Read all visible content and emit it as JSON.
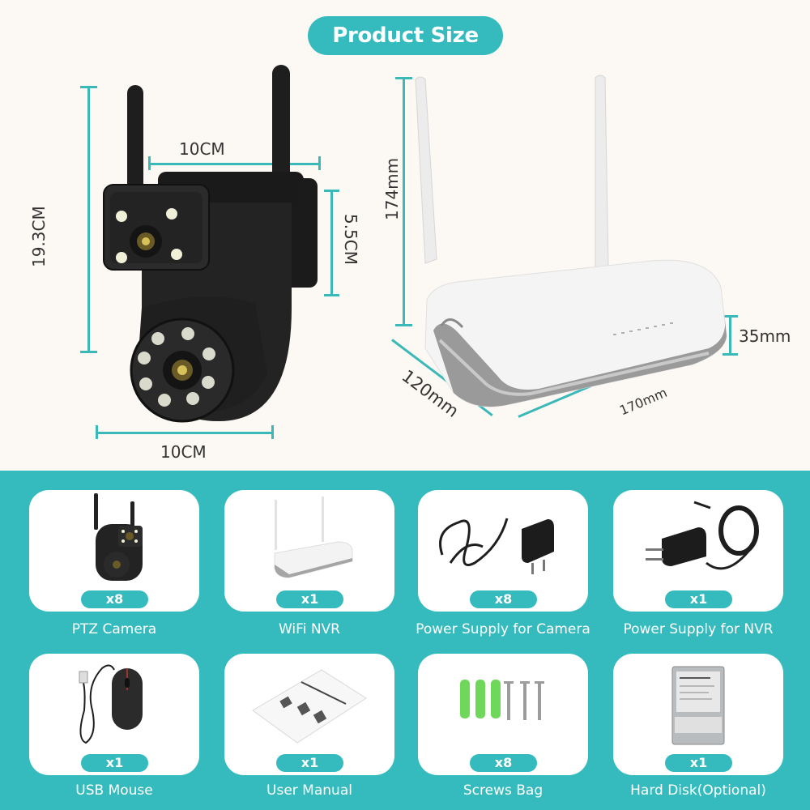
{
  "header": {
    "title": "Product Size"
  },
  "colors": {
    "accent": "#35bbbe",
    "background": "#fcf8f3",
    "dimension_line": "#3bb8b8",
    "text_dark": "#333333",
    "text_light": "#ffffff"
  },
  "product_size": {
    "camera": {
      "name": "PTZ Camera",
      "height_label": "19.3CM",
      "top_width_label": "10CM",
      "bottom_width_label": "10CM",
      "head_height_label": "5.5CM"
    },
    "nvr": {
      "name": "WiFi NVR",
      "height_label": "174mm",
      "depth_label": "120mm",
      "width_label": "170mm",
      "body_height_label": "35mm"
    }
  },
  "package_contents": {
    "items": [
      {
        "label": "PTZ Camera",
        "quantity": "x8",
        "icon": "ptz-camera-icon"
      },
      {
        "label": "WiFi NVR",
        "quantity": "x1",
        "icon": "wifi-nvr-icon"
      },
      {
        "label": "Power Supply for Camera",
        "quantity": "x8",
        "icon": "camera-power-supply-icon"
      },
      {
        "label": "Power Supply for NVR",
        "quantity": "x1",
        "icon": "nvr-power-supply-icon"
      },
      {
        "label": "USB Mouse",
        "quantity": "x1",
        "icon": "usb-mouse-icon"
      },
      {
        "label": "User Manual",
        "quantity": "x1",
        "icon": "user-manual-icon"
      },
      {
        "label": "Screws Bag",
        "quantity": "x8",
        "icon": "screws-bag-icon"
      },
      {
        "label": "Hard Disk(Optional)",
        "quantity": "x1",
        "icon": "hard-disk-icon"
      }
    ]
  }
}
